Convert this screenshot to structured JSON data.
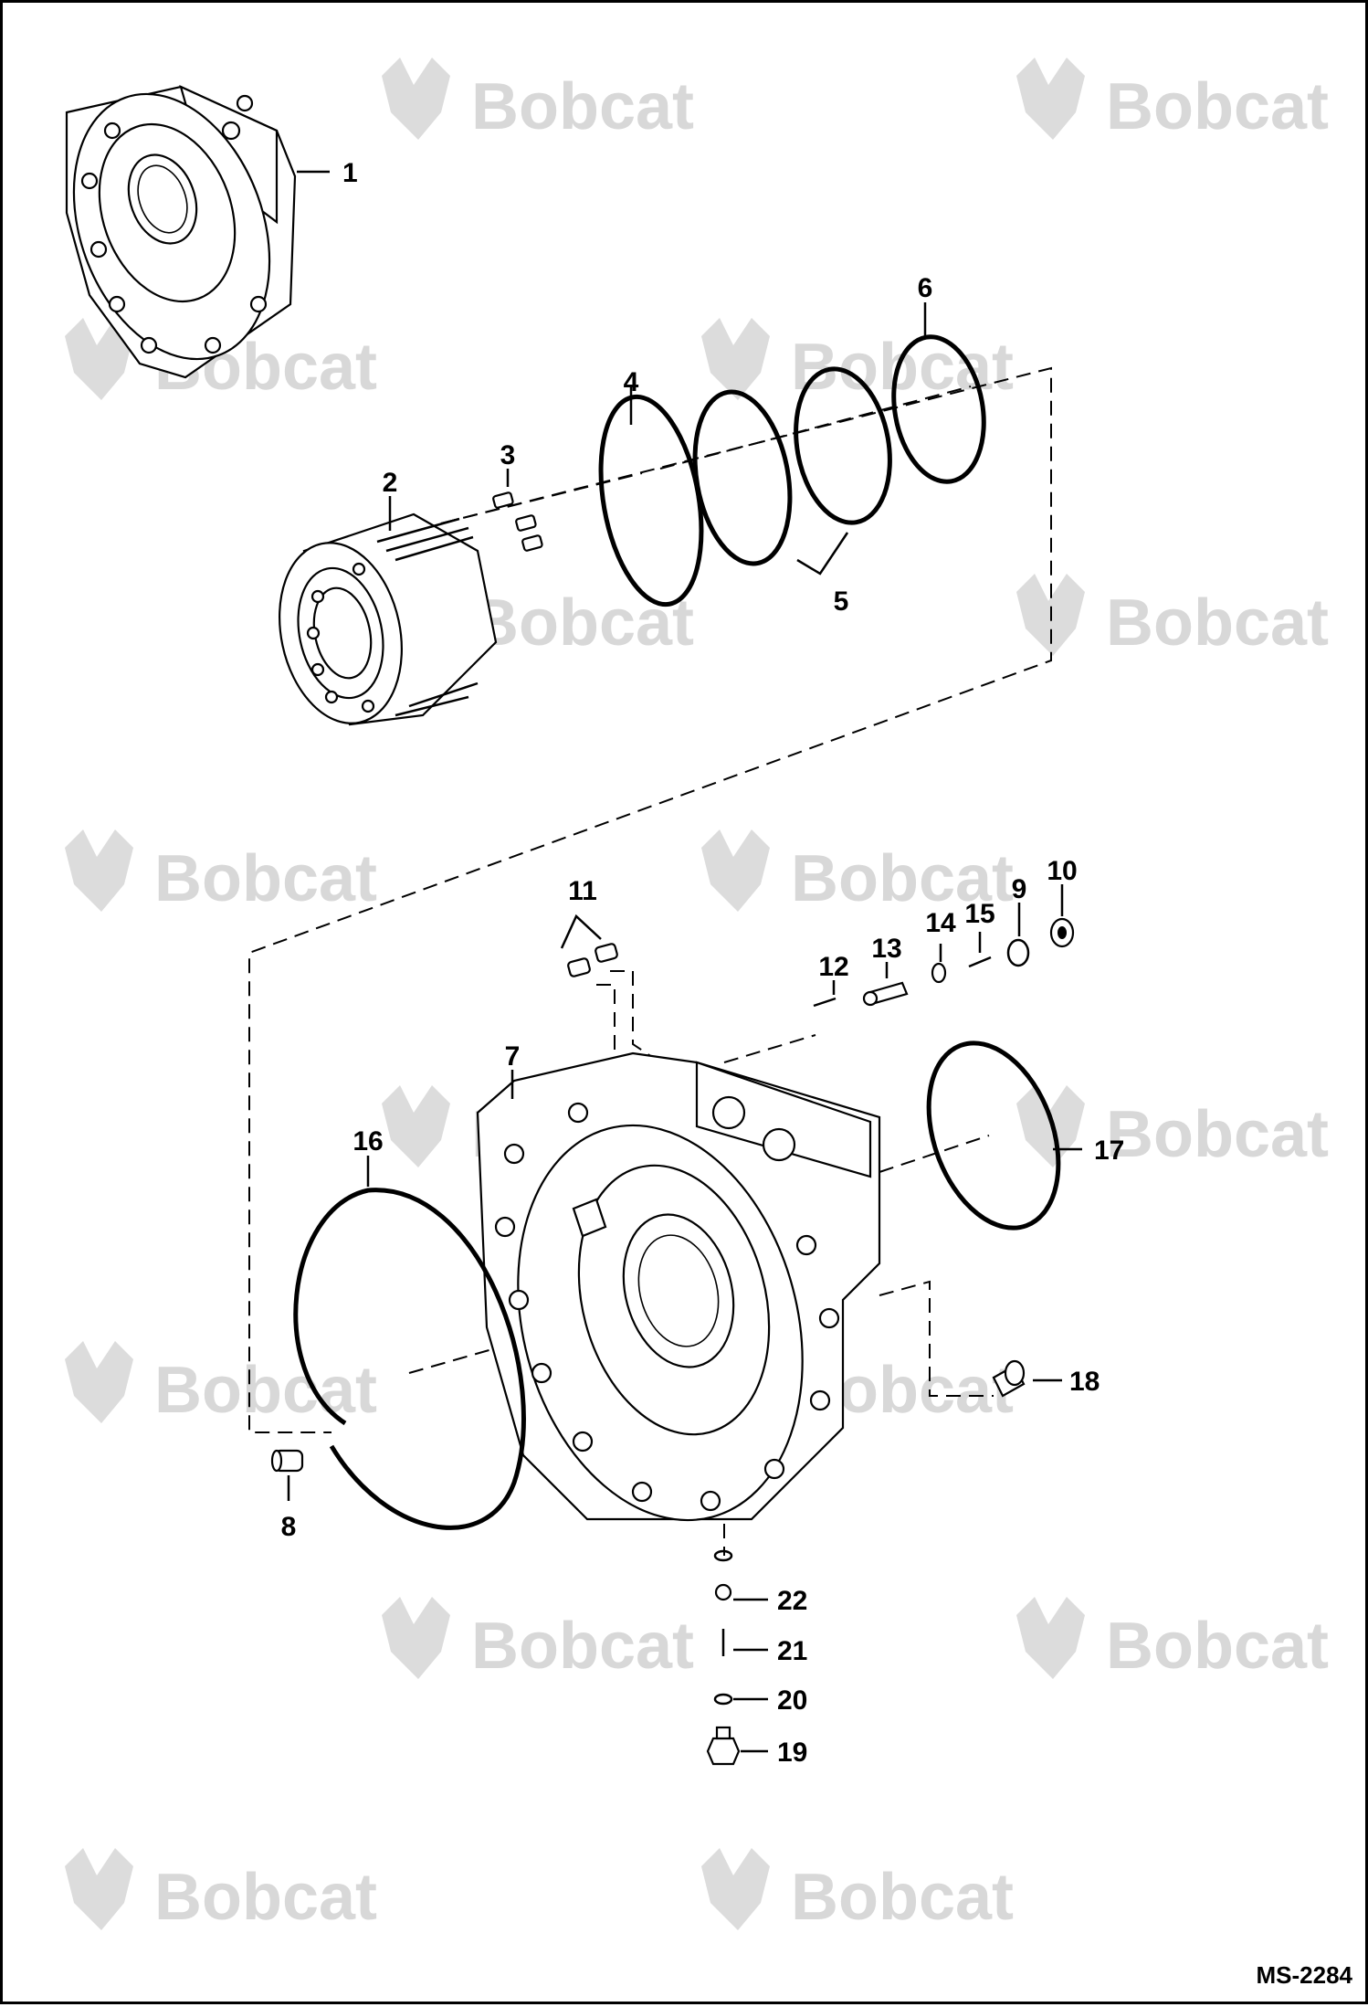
{
  "watermark": {
    "text": "Bobcat",
    "color": "#d8d8d8"
  },
  "diagram": {
    "reference_code": "MS-2284",
    "callouts": [
      "1",
      "2",
      "3",
      "4",
      "5",
      "6",
      "7",
      "8",
      "9",
      "10",
      "11",
      "12",
      "13",
      "14",
      "15",
      "16",
      "17",
      "18",
      "19",
      "20",
      "21",
      "22"
    ]
  }
}
